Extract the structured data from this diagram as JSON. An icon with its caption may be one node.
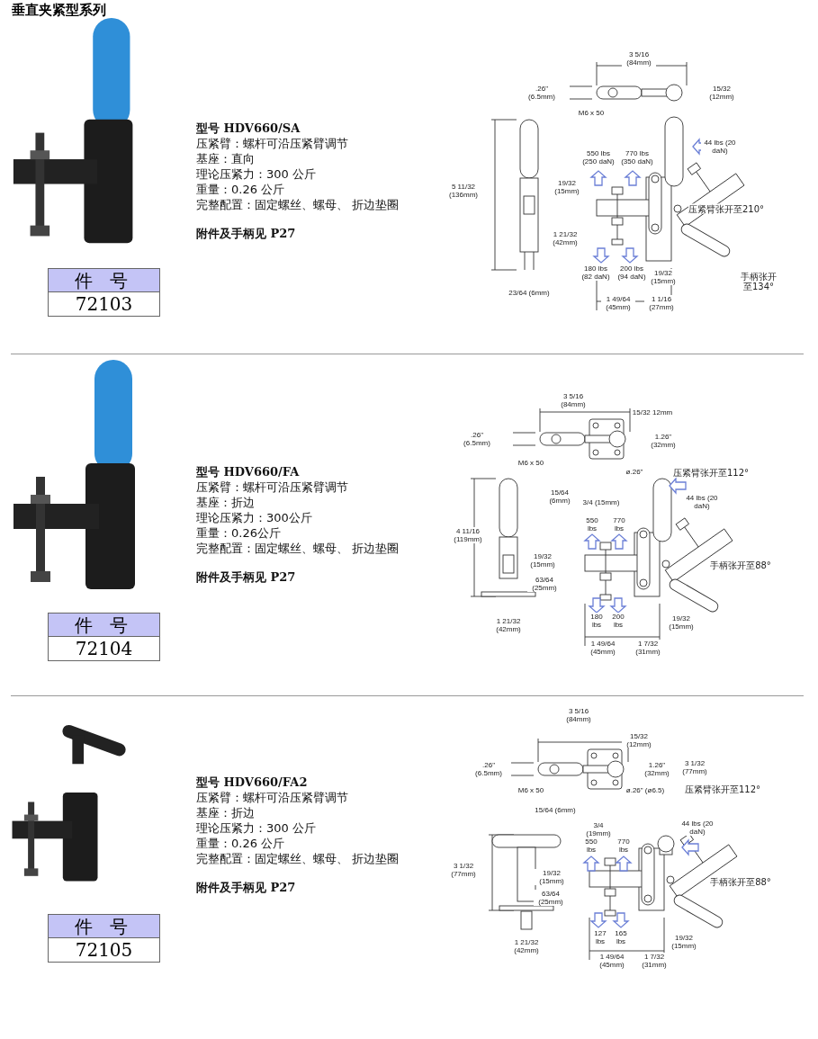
{
  "diagram": {
    "title": "垂直夹紧型系列",
    "nodes": [
      {
        "text": [
          "件 号",
          "72103"
        ]
      },
      {
        "text": [
          "件 号",
          "72104"
        ]
      },
      {
        "text": [
          "件 号",
          "72105"
        ]
      }
    ],
    "labels": [
      "型号 HDV660/SA",
      "压紧臂：螺杆可沿压紧臂调节",
      "基座：直向",
      "理论压紧力：300 公斤",
      "重量：0.26 公斤",
      "完整配置：固定螺丝、螺母、 折边垫圈",
      "附件及手柄见 P27",
      "3 5/16 (84mm)",
      ".26\" (6.5mm)",
      "15/32 (12mm)",
      "M6 x 50",
      "5 11/32 (136mm)",
      "550 lbs (250 daN)",
      "770 lbs (350 daN)",
      "44 lbs (20 daN)",
      "19/32 (15mm)",
      "压紧臂张开至210°",
      "1 21/32 (42mm)",
      "180 lbs (82 daN)",
      "200 lbs (94 daN)",
      "19/32 (15mm)",
      "手柄张开至134°",
      "23/64 (6mm)",
      "1 49/64 (45mm)",
      "1 1/16 (27mm)",
      "型号 HDV660/FA",
      "压紧臂：螺杆可沿压紧臂调节",
      "基座：折边",
      "理论压紧力：300公斤",
      "重量：0.26公斤",
      "完整配置：固定螺丝、螺母、 折边垫圈",
      "附件及手柄见 P27",
      "3 5/16 (84mm)",
      "15/32 12mm",
      ".26\" (6.5mm)",
      "1.26\" (32mm)",
      "M6 x 50",
      "ø.26\"",
      "压紧臂张开至112°",
      "15/64 (6mm)",
      "3/4 (15mm)",
      "44 lbs (20 daN)",
      "4 11/16 (119mm)",
      "550 lbs",
      "770 lbs",
      "19/32 (15mm)",
      "手柄张开至88°",
      "63/64 (25mm)",
      "1 21/32 (42mm)",
      "180 lbs",
      "200 lbs",
      "19/32 (15mm)",
      "1 49/64 (45mm)",
      "1 7/32 (31mm)",
      "型号 HDV660/FA2",
      "压紧臂：螺杆可沿压紧臂调节",
      "基座：折边",
      "理论压紧力：300 公斤",
      "重量：0.26 公斤",
      "完整配置：固定螺丝、螺母、 折边垫圈",
      "附件及手柄见 P27",
      "3 5/16 (84mm)",
      "15/32 (12mm)",
      ".26\" (6.5mm)",
      "1.26\" (32mm)",
      "3 1/32 (77mm)",
      "M6 x 50",
      "ø.26\" (ø6.5)",
      "压紧臂张开至112°",
      "15/64 (6mm)",
      "3/4 (19mm)",
      "44 lbs (20 daN)",
      "550 lbs",
      "770 lbs",
      "3 1/32 (77mm)",
      "19/32 (15mm)",
      "手柄张开至88°",
      "63/64 (25mm)",
      "1 21/32 (42mm)",
      "127 lbs",
      "165 lbs",
      "19/32 (15mm)",
      "1 49/64 (45mm)",
      "1 7/32 (31mm)"
    ]
  }
}
